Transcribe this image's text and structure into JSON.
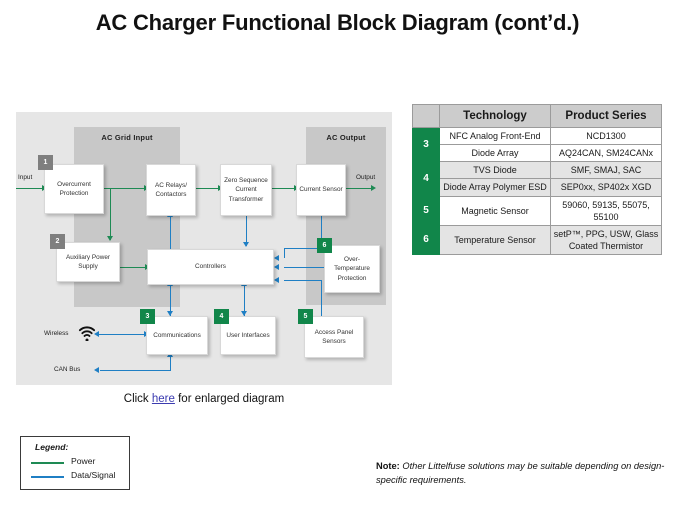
{
  "page_title": "AC Charger Functional Block Diagram (cont’d.)",
  "colors": {
    "green_power": "#1e8a54",
    "blue_signal": "#1f7fc4",
    "table_green": "#11864a",
    "badge_gray": "#7f7f7f",
    "panel_bg": "#e6e6e6",
    "group_bg": "#c8c8c8"
  },
  "diagram": {
    "groups": [
      {
        "label": "AC Grid Input"
      },
      {
        "label": "AC Output"
      }
    ],
    "io": {
      "input": "Input",
      "output": "Output",
      "wireless": "Wireless",
      "can_bus": "CAN Bus"
    },
    "blocks": [
      {
        "id": "overcurrent-protection",
        "label": "Overcurrent Protection",
        "badge": "1",
        "badge_color": "gray"
      },
      {
        "id": "ac-relays-contactors",
        "label": "AC Relays/ Contactors",
        "badge": "",
        "badge_color": ""
      },
      {
        "id": "zero-sequence-current-transformer",
        "label": "Zero Sequence Current Transformer",
        "badge": "",
        "badge_color": ""
      },
      {
        "id": "current-sensor",
        "label": "Current Sensor",
        "badge": "",
        "badge_color": ""
      },
      {
        "id": "auxiliary-power-supply",
        "label": "Auxiliary Power Supply",
        "badge": "2",
        "badge_color": "gray"
      },
      {
        "id": "controllers",
        "label": "Controllers",
        "badge": "",
        "badge_color": ""
      },
      {
        "id": "over-temperature-protection",
        "label": "Over- Temperature Protection",
        "badge": "6",
        "badge_color": "green"
      },
      {
        "id": "communications",
        "label": "Communications",
        "badge": "3",
        "badge_color": "green"
      },
      {
        "id": "user-interfaces",
        "label": "User Interfaces",
        "badge": "4",
        "badge_color": "green"
      },
      {
        "id": "access-panel-sensors",
        "label": "Access Panel Sensors",
        "badge": "5",
        "badge_color": "green"
      }
    ]
  },
  "caption": {
    "prefix": "Click ",
    "link": "here",
    "suffix": " for enlarged diagram"
  },
  "legend": {
    "title": "Legend:",
    "items": [
      {
        "label": "Power",
        "color": "#1e8a54"
      },
      {
        "label": "Data/Signal",
        "color": "#1f7fc4"
      }
    ]
  },
  "note": {
    "label": "Note:",
    "text": " Other Littelfuse solutions may be suitable depending on design-specific requirements."
  },
  "table": {
    "headers": [
      "",
      "Technology",
      "Product Series"
    ],
    "rows": [
      {
        "index": "3",
        "rowspan": 2,
        "cells": [
          {
            "technology": "NFC  Analog Front-End",
            "product_series": "NCD1300",
            "shade": "wht"
          },
          {
            "technology": "Diode Array",
            "product_series": "AQ24CAN, SM24CANx",
            "shade": "wht"
          }
        ]
      },
      {
        "index": "4",
        "rowspan": 2,
        "cells": [
          {
            "technology": "TVS Diode",
            "product_series": "SMF, SMAJ, SAC",
            "shade": "alt"
          },
          {
            "technology": "Diode Array Polymer ESD",
            "product_series": "SEP0xx, SP402x XGD",
            "shade": "alt"
          }
        ]
      },
      {
        "index": "5",
        "rowspan": 1,
        "cells": [
          {
            "technology": "Magnetic Sensor",
            "product_series": "59060, 59135, 55075, 55100",
            "shade": "wht"
          }
        ]
      },
      {
        "index": "6",
        "rowspan": 1,
        "cells": [
          {
            "technology": "Temperature Sensor",
            "product_series": "setP™, PPG, USW, Glass Coated Thermistor",
            "shade": "alt"
          }
        ]
      }
    ]
  }
}
